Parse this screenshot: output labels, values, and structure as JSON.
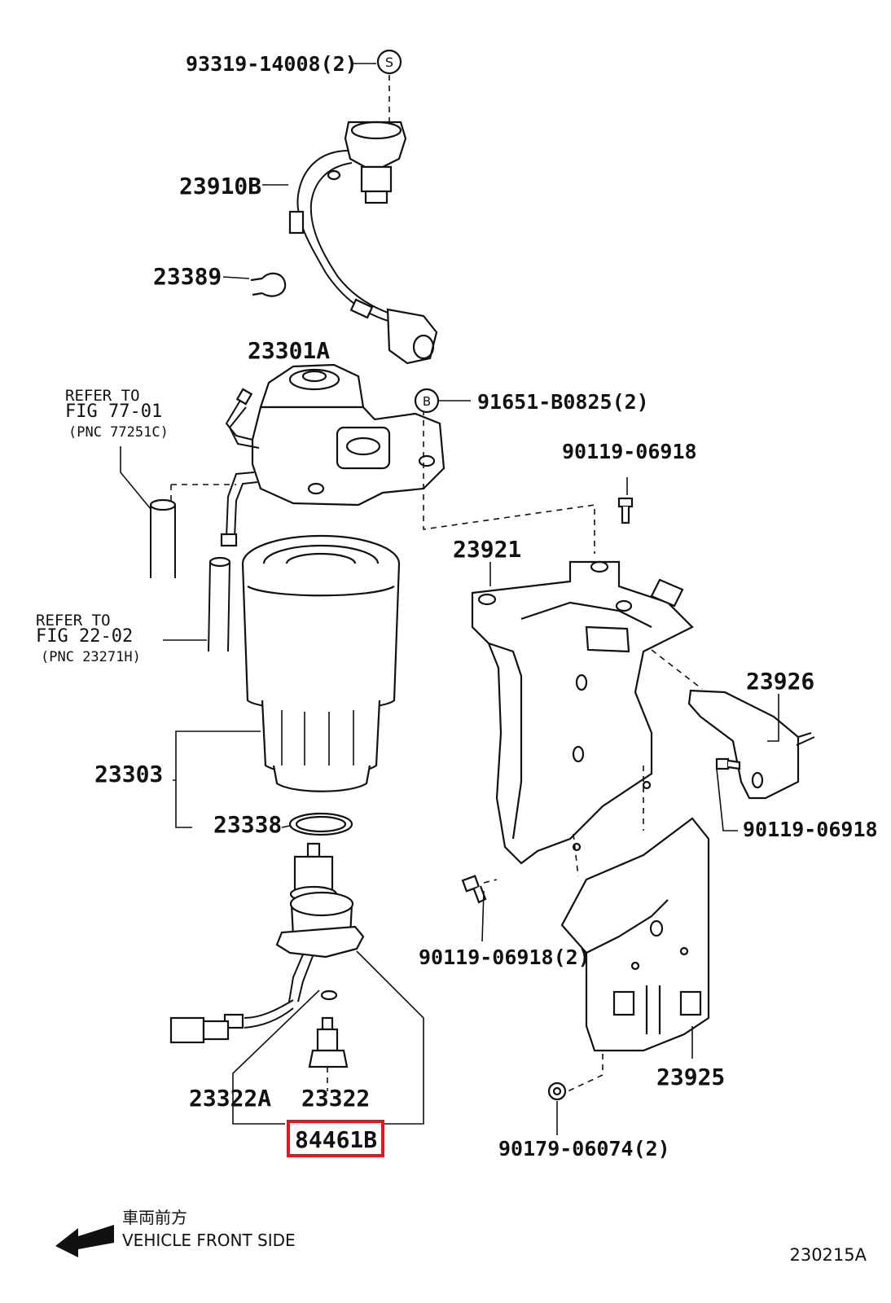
{
  "labels": {
    "p93319": "93319-14008(2)",
    "p23910B": "23910B",
    "p23389": "23389",
    "p23301A": "23301A",
    "p91651": "91651-B0825(2)",
    "p90119_top": "90119-06918",
    "p23921": "23921",
    "p23926": "23926",
    "p90119_right": "90119-06918",
    "p23303": "23303",
    "p23338": "23338",
    "p90119_2": "90119-06918(2)",
    "p23322A": "23322A",
    "p23322": "23322",
    "p84461B": "84461B",
    "p23925": "23925",
    "p90179": "90179-06074(2)"
  },
  "markers": {
    "s": "S",
    "b": "B"
  },
  "refs": {
    "ref1": {
      "line1": "REFER TO",
      "line2": "FIG 77-01",
      "line3": "(PNC 77251C)"
    },
    "ref2": {
      "line1": "REFER TO",
      "line2": "FIG 22-02",
      "line3": "(PNC 23271H)"
    }
  },
  "direction": {
    "jp": "車両前方",
    "en": "VEHICLE FRONT SIDE"
  },
  "figure_id": "230215A",
  "colors": {
    "line": "#111111",
    "highlight": "#e8141c",
    "background": "#ffffff"
  }
}
